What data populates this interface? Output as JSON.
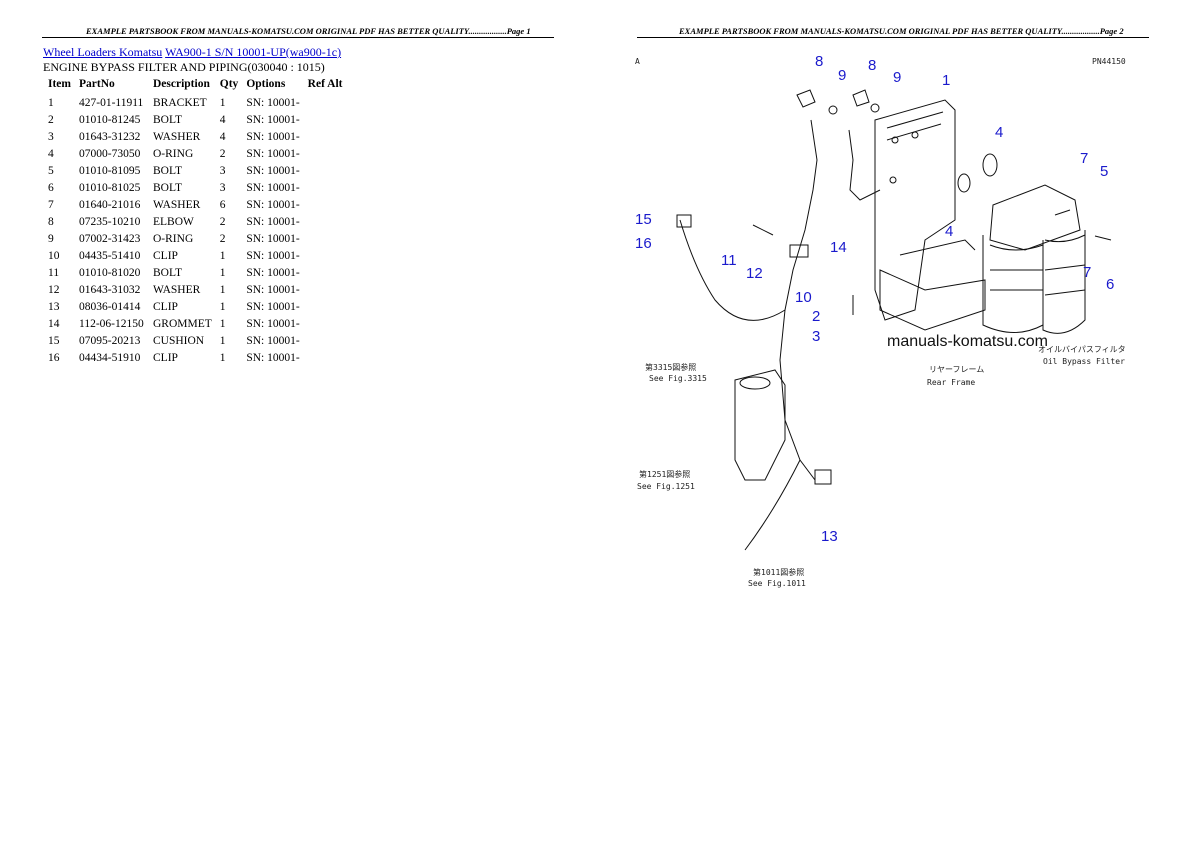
{
  "header": {
    "page1": "EXAMPLE PARTSBOOK FROM MANUALS-KOMATSU.COM ORIGINAL PDF HAS BETTER QUALITY..................Page 1",
    "page2": "EXAMPLE PARTSBOOK FROM MANUALS-KOMATSU.COM ORIGINAL PDF HAS BETTER QUALITY..................Page 2"
  },
  "breadcrumb": {
    "link1": "Wheel Loaders Komatsu",
    "link2": "WA900-1 S/N 10001-UP(wa900-1c)"
  },
  "subtitle": "ENGINE BYPASS FILTER AND PIPING(030040 : 1015)",
  "table": {
    "headers": [
      "Item",
      "PartNo",
      "Description",
      "Qty",
      "Options",
      "Ref Alt"
    ],
    "rows": [
      [
        "1",
        "427-01-11911",
        "BRACKET",
        "1",
        "SN: 10001-",
        ""
      ],
      [
        "2",
        "01010-81245",
        "BOLT",
        "4",
        "SN: 10001-",
        ""
      ],
      [
        "3",
        "01643-31232",
        "WASHER",
        "4",
        "SN: 10001-",
        ""
      ],
      [
        "4",
        "07000-73050",
        "O-RING",
        "2",
        "SN: 10001-",
        ""
      ],
      [
        "5",
        "01010-81095",
        "BOLT",
        "3",
        "SN: 10001-",
        ""
      ],
      [
        "6",
        "01010-81025",
        "BOLT",
        "3",
        "SN: 10001-",
        ""
      ],
      [
        "7",
        "01640-21016",
        "WASHER",
        "6",
        "SN: 10001-",
        ""
      ],
      [
        "8",
        "07235-10210",
        "ELBOW",
        "2",
        "SN: 10001-",
        ""
      ],
      [
        "9",
        "07002-31423",
        "O-RING",
        "2",
        "SN: 10001-",
        ""
      ],
      [
        "10",
        "04435-51410",
        "CLIP",
        "1",
        "SN: 10001-",
        ""
      ],
      [
        "11",
        "01010-81020",
        "BOLT",
        "1",
        "SN: 10001-",
        ""
      ],
      [
        "12",
        "01643-31032",
        "WASHER",
        "1",
        "SN: 10001-",
        ""
      ],
      [
        "13",
        "08036-01414",
        "CLIP",
        "1",
        "SN: 10001-",
        ""
      ],
      [
        "14",
        "112-06-12150",
        "GROMMET",
        "1",
        "SN: 10001-",
        ""
      ],
      [
        "15",
        "07095-20213",
        "CUSHION",
        "1",
        "SN: 10001-",
        ""
      ],
      [
        "16",
        "04434-51910",
        "CLIP",
        "1",
        "SN: 10001-",
        ""
      ]
    ]
  },
  "diagram": {
    "code": "PN44150",
    "corner_mark": "A",
    "watermark": "manuals-komatsu.com",
    "callouts": [
      "1",
      "2",
      "3",
      "4",
      "4",
      "5",
      "6",
      "7",
      "7",
      "8",
      "8",
      "9",
      "9",
      "10",
      "11",
      "12",
      "13",
      "14",
      "15",
      "16"
    ],
    "refs": {
      "fig3315_jp": "第3315図参照",
      "fig3315_en": "See Fig.3315",
      "fig1251_jp": "第1251図参照",
      "fig1251_en": "See Fig.1251",
      "fig1011_jp": "第1011図参照",
      "fig1011_en": "See Fig.1011",
      "rear_frame_jp": "リヤーフレーム",
      "rear_frame_en": "Rear Frame",
      "bypass_jp": "オイルバイパスフィルタ",
      "bypass_en": "Oil Bypass Filter"
    }
  }
}
